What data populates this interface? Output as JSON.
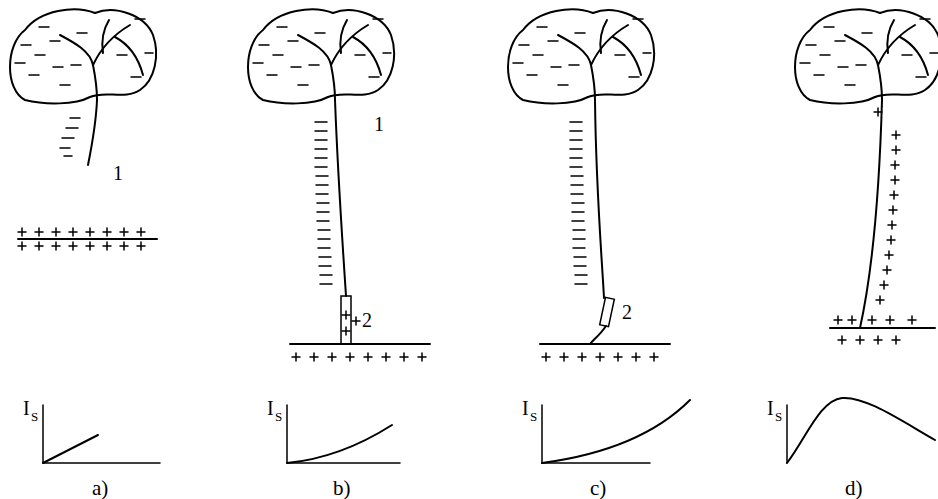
{
  "diagram": {
    "labels": [
      "1",
      "I",
      "S",
      "a)",
      "1",
      "2",
      "I",
      "S",
      "b)",
      "2",
      "I",
      "S",
      "c)",
      "I",
      "S",
      "d)"
    ]
  }
}
